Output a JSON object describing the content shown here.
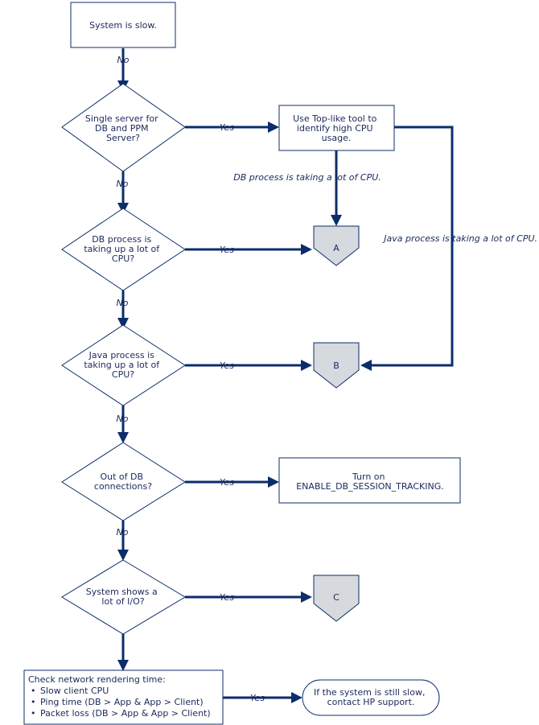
{
  "nodes": {
    "start": "System is slow.",
    "q_single_server": [
      "Single server for",
      "DB and PPM",
      "Server?"
    ],
    "action_top_tool": [
      "Use Top-like tool to",
      "identify high CPU",
      "usage."
    ],
    "q_db_process": [
      "DB process is",
      "taking up a lot of",
      "CPU?"
    ],
    "q_java_process": [
      "Java process is",
      "taking up a lot of",
      "CPU?"
    ],
    "q_db_connections": [
      "Out of DB",
      "connections?"
    ],
    "action_tracking": [
      "Turn on",
      "ENABLE_DB_SESSION_TRACKING."
    ],
    "q_io": [
      "System shows a",
      "lot of I/O?"
    ],
    "check_network": {
      "title": "Check network rendering time:",
      "items": [
        "Slow client CPU",
        "Ping time (DB > App & App > Client)",
        "Packet loss (DB > App & App > Client)"
      ]
    },
    "end": [
      "If the system is still slow,",
      "contact HP support."
    ],
    "connector_a": "A",
    "connector_b": "B",
    "connector_c": "C"
  },
  "edge_labels": {
    "no": "No",
    "yes": "Yes",
    "db_cpu": "DB process is taking a lot of CPU.",
    "java_cpu": "Java process is taking a lot of CPU."
  },
  "colors": {
    "line": "#0c2d6b",
    "text": "#1a2a5a",
    "connector_fill": "#d6d9de"
  }
}
